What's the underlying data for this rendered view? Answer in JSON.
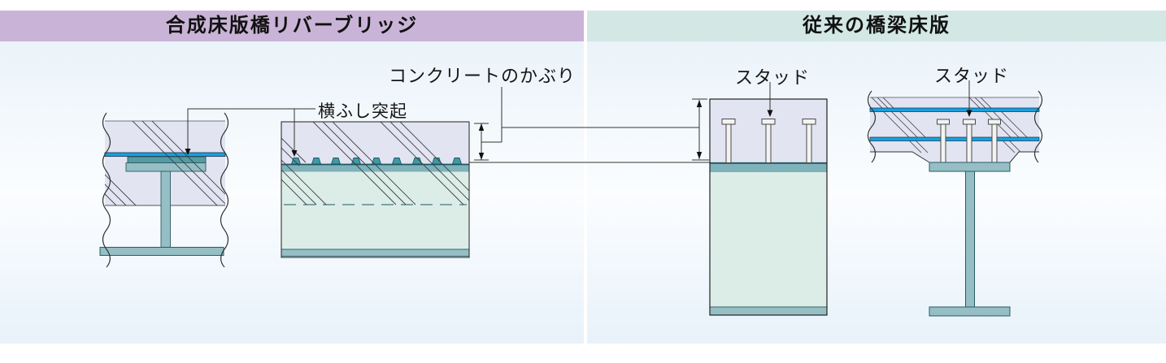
{
  "panels": {
    "left": {
      "header": "合成床版橋リバーブリッジ"
    },
    "right": {
      "header": "従来の橋梁床版"
    }
  },
  "labels": {
    "concrete_cover": "コンクリートのかぶり",
    "transverse_rib": "横ふし突起",
    "stud_sc_deck": "スタッド",
    "stud_girder": "スタッド"
  },
  "colors": {
    "concrete_slab": "#E2E4F1",
    "concrete_green": "#DCEDE7",
    "steel_plate": "#7FB2BA",
    "steel_beam": "#95BFC5",
    "steel_dark_strip": "#579AA4",
    "rib": "#3F9AA6",
    "rebar_blue": "#18A0DF",
    "header_left_bg": "#C9B4D7",
    "header_right_bg": "#D3E7E4",
    "panel_top": "#E7F1F8",
    "panel_mid": "#FBFDFF",
    "panel_bottom": "#E8F2FA",
    "line_dark": "#333333"
  }
}
